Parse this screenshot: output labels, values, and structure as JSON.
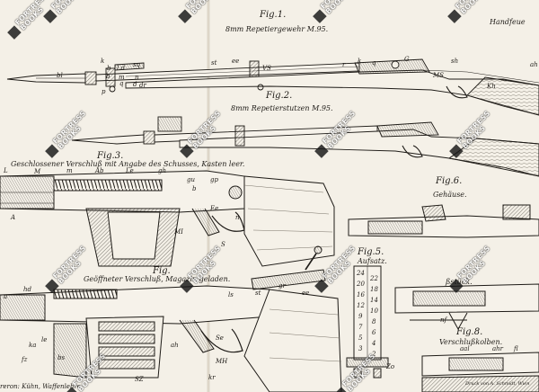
{
  "plate": {
    "fig1": {
      "title": "Fig.1.",
      "subtitle": "8mm Repetiergewehr M.95."
    },
    "fig2": {
      "title": "Fig.2.",
      "subtitle": "8mm Repetierstutzen M.95."
    },
    "fig3": {
      "title": "Fig.3.",
      "subtitle": "Geschlossener Verschluß mit Angabe des Schusses, Kasten leer."
    },
    "fig4": {
      "title": "Fig.",
      "subtitle": "Geöffneter Verschluß, Magazin geladen."
    },
    "fig5": {
      "title": "Fig.5.",
      "subtitle": "Aufsatz."
    },
    "fig6": {
      "title": "Fig.6.",
      "subtitle": "Gehäuse."
    },
    "fig8": {
      "title": "Fig.8.",
      "subtitle": "Verschlußkolben."
    },
    "top_right": "Handfeue",
    "partial_right": "ßstück.",
    "bottom_left": "reron: Kühn, Waffenlehre",
    "bottom_center": "Druck von A. Schmidt, Wien",
    "labels_fig1": [
      "k",
      "b",
      "l.d",
      "sq",
      "b",
      "m",
      "n",
      "bl",
      "p",
      "q",
      "d",
      "dr",
      "st",
      "VS",
      "r",
      "k",
      "q",
      "MS",
      "Kh",
      "ee",
      "G",
      "sh",
      "ah"
    ],
    "labels_fig3": [
      "L",
      "M",
      "m",
      "Ab",
      "Le",
      "gh",
      "gu",
      "gp",
      "b",
      "Ee",
      "MI",
      "A",
      "S",
      "n"
    ],
    "labels_fig4": [
      "a",
      "hd",
      "st",
      "gr",
      "ee",
      "ka",
      "le",
      "bs",
      "ah",
      "Se",
      "MH",
      "SZ",
      "kr",
      "ls",
      "fz",
      "nf",
      "aal",
      "fl",
      "ahr"
    ],
    "scale_numbers": [
      "24",
      "22",
      "20",
      "18",
      "16",
      "14",
      "12",
      "10",
      "9",
      "8",
      "7",
      "6",
      "5",
      "4",
      "3",
      "2"
    ],
    "scale_small": [
      "Zo"
    ]
  },
  "watermark": {
    "line1": "FORTRESS",
    "line2": "BOOKS"
  }
}
